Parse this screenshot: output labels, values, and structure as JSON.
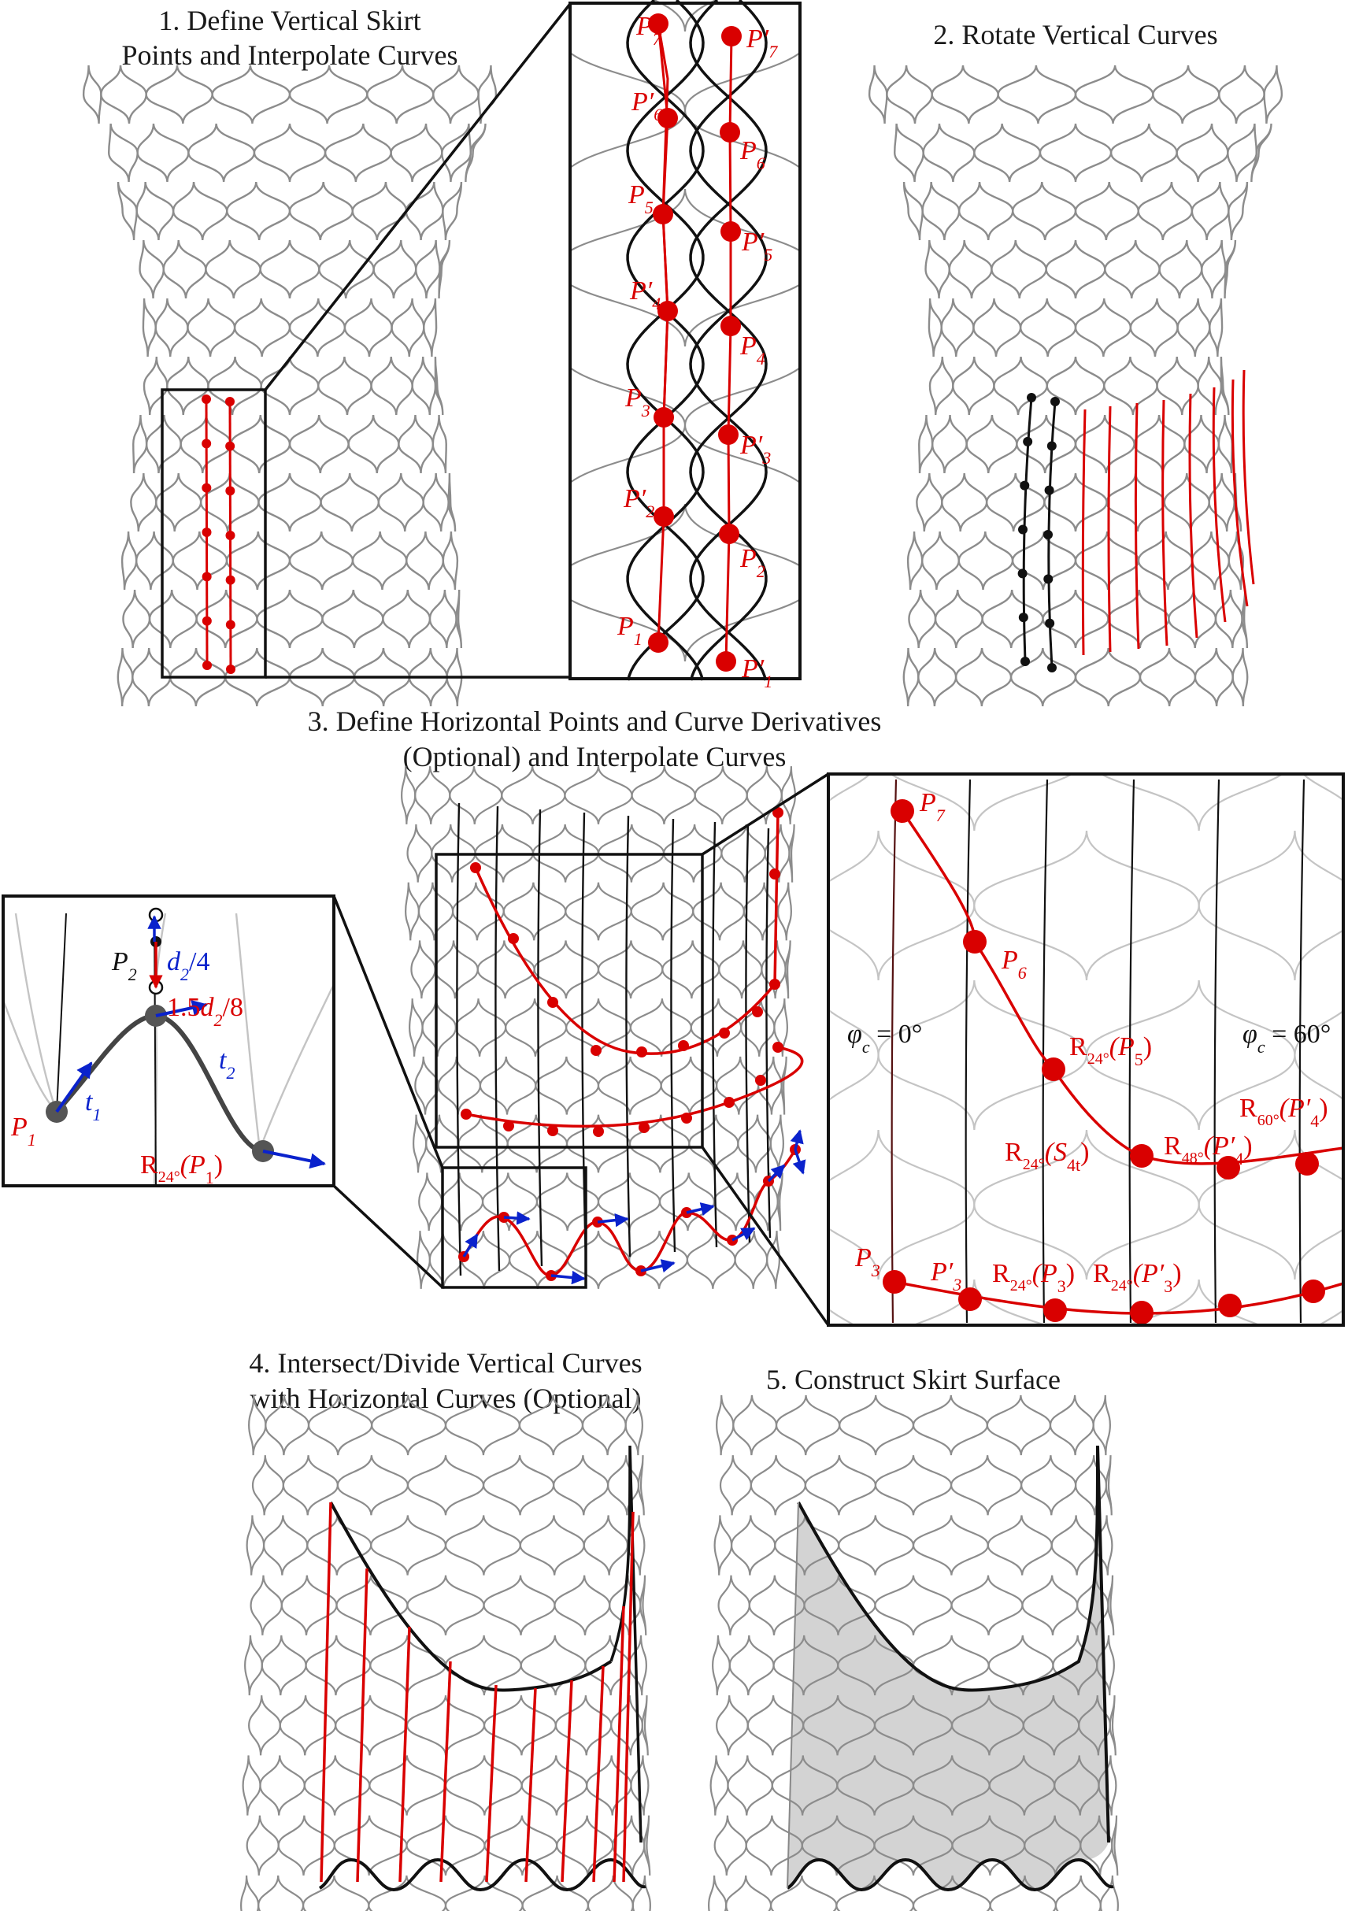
{
  "steps": {
    "step1_line1": "1. Define Vertical Skirt",
    "step1_line2": "Points and Interpolate Curves",
    "step2": "2. Rotate Vertical Curves",
    "step3_line1": "3. Define Horizontal Points and Curve Derivatives",
    "step3_line2": "(Optional) and Interpolate Curves",
    "step4_line1": "4. Intersect/Divide Vertical Curves",
    "step4_line2": "with Horizontal Curves (Optional)",
    "step5": "5. Construct Skirt Surface"
  },
  "zoom1_labels": {
    "p7": "P",
    "p7_sub": "7",
    "p7p": "P′",
    "p7p_sub": "7",
    "p6p": "P′",
    "p6p_sub": "6",
    "p6": "P",
    "p6_sub": "6",
    "p5": "P",
    "p5_sub": "5",
    "p5p": "P′",
    "p5p_sub": "5",
    "p4p": "P′",
    "p4p_sub": "4",
    "p4": "P",
    "p4_sub": "4",
    "p3": "P",
    "p3_sub": "3",
    "p3p": "P′",
    "p3p_sub": "3",
    "p2p": "P′",
    "p2p_sub": "2",
    "p2": "P",
    "p2_sub": "2",
    "p1": "P",
    "p1_sub": "1",
    "p1p": "P′",
    "p1p_sub": "1"
  },
  "zoom_left_labels": {
    "p2": "P",
    "p2_sub": "2",
    "d2_4": "d",
    "d2_4_sub": "2",
    "d2_4_tail": "/4",
    "d2_8_pre": "1.5",
    "d2_8": "d",
    "d2_8_sub": "2",
    "d2_8_tail": "/8",
    "t2": "t",
    "t2_sub": "2",
    "t1": "t",
    "t1_sub": "1",
    "p1": "P",
    "p1_sub": "1",
    "r24_p1": "R",
    "r24_p1_sub": "24°",
    "r24_p1_arg": "(P",
    "r24_p1_arg_sub": "1",
    "r24_p1_close": ")"
  },
  "zoom_right_labels": {
    "p7": "P",
    "p7_sub": "7",
    "p6": "P",
    "p6_sub": "6",
    "phi0": "φ",
    "phi0_sub": "c",
    "phi0_val": " = 0°",
    "phi60": "φ",
    "phi60_sub": "c",
    "phi60_val": " = 60°",
    "r24_p5": "R",
    "r24_p5_sub": "24°",
    "r24_p5_arg": "(P",
    "r24_p5_arg_sub": "5",
    "r24_p5_close": ")",
    "r60_p4p": "R",
    "r60_p4p_sub": "60°",
    "r60_p4p_arg": "(P′",
    "r60_p4p_arg_sub": "4",
    "r60_p4p_close": ")",
    "r24_s4t": "R",
    "r24_s4t_sub": "24°",
    "r24_s4t_arg": "(S",
    "r24_s4t_arg_sub": "4t",
    "r24_s4t_close": ")",
    "r48_p4p": "R",
    "r48_p4p_sub": "48°",
    "r48_p4p_arg": "(P′",
    "r48_p4p_arg_sub": "4",
    "r48_p4p_close": ")",
    "p3": "P",
    "p3_sub": "3",
    "p3p": "P′",
    "p3p_sub": "3",
    "r24_p3": "R",
    "r24_p3_sub": "24°",
    "r24_p3_arg": "(P",
    "r24_p3_arg_sub": "3",
    "r24_p3_close": ")",
    "r24_p3p": "R",
    "r24_p3p_sub": "24°",
    "r24_p3p_arg": "(P′",
    "r24_p3p_arg_sub": "3",
    "r24_p3p_close": ")"
  },
  "colors": {
    "mesh": "#8c8c8c",
    "mesh_light": "#c4c4c4",
    "highlight": "#d90000",
    "blue": "#0a22cc",
    "dark": "#111111",
    "fill": "#d3d3d3"
  }
}
